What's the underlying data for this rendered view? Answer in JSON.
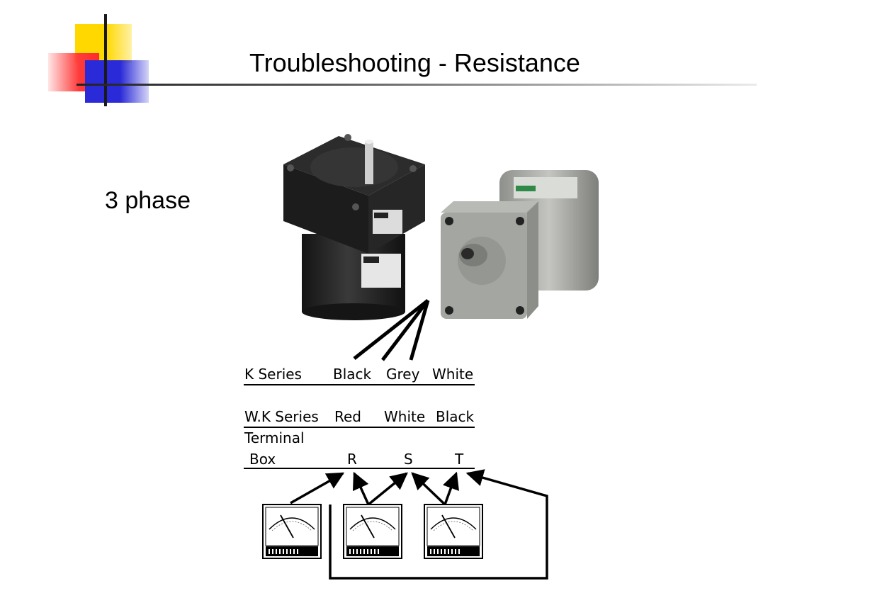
{
  "slide": {
    "title": "Troubleshooting - Resistance",
    "subtitle": "3 phase"
  },
  "k_series": {
    "label": "K Series",
    "wires": [
      "Black",
      "Grey",
      "White"
    ]
  },
  "wk_series": {
    "label": "W.K Series",
    "wires": [
      "Red",
      "White",
      "Black"
    ]
  },
  "terminal_box": {
    "label_line1": "Terminal",
    "label_line2": "Box",
    "terminals": [
      "R",
      "S",
      "T"
    ]
  },
  "meters": {
    "count": 3,
    "icon": "ohmmeter-icon"
  },
  "colors": {
    "deco_yellow": "#ffd800",
    "deco_red": "#ff3b3b",
    "deco_blue": "#2a2ad8",
    "motor_black": "#1e1e1e",
    "motor_grey": "#9a9c98"
  }
}
